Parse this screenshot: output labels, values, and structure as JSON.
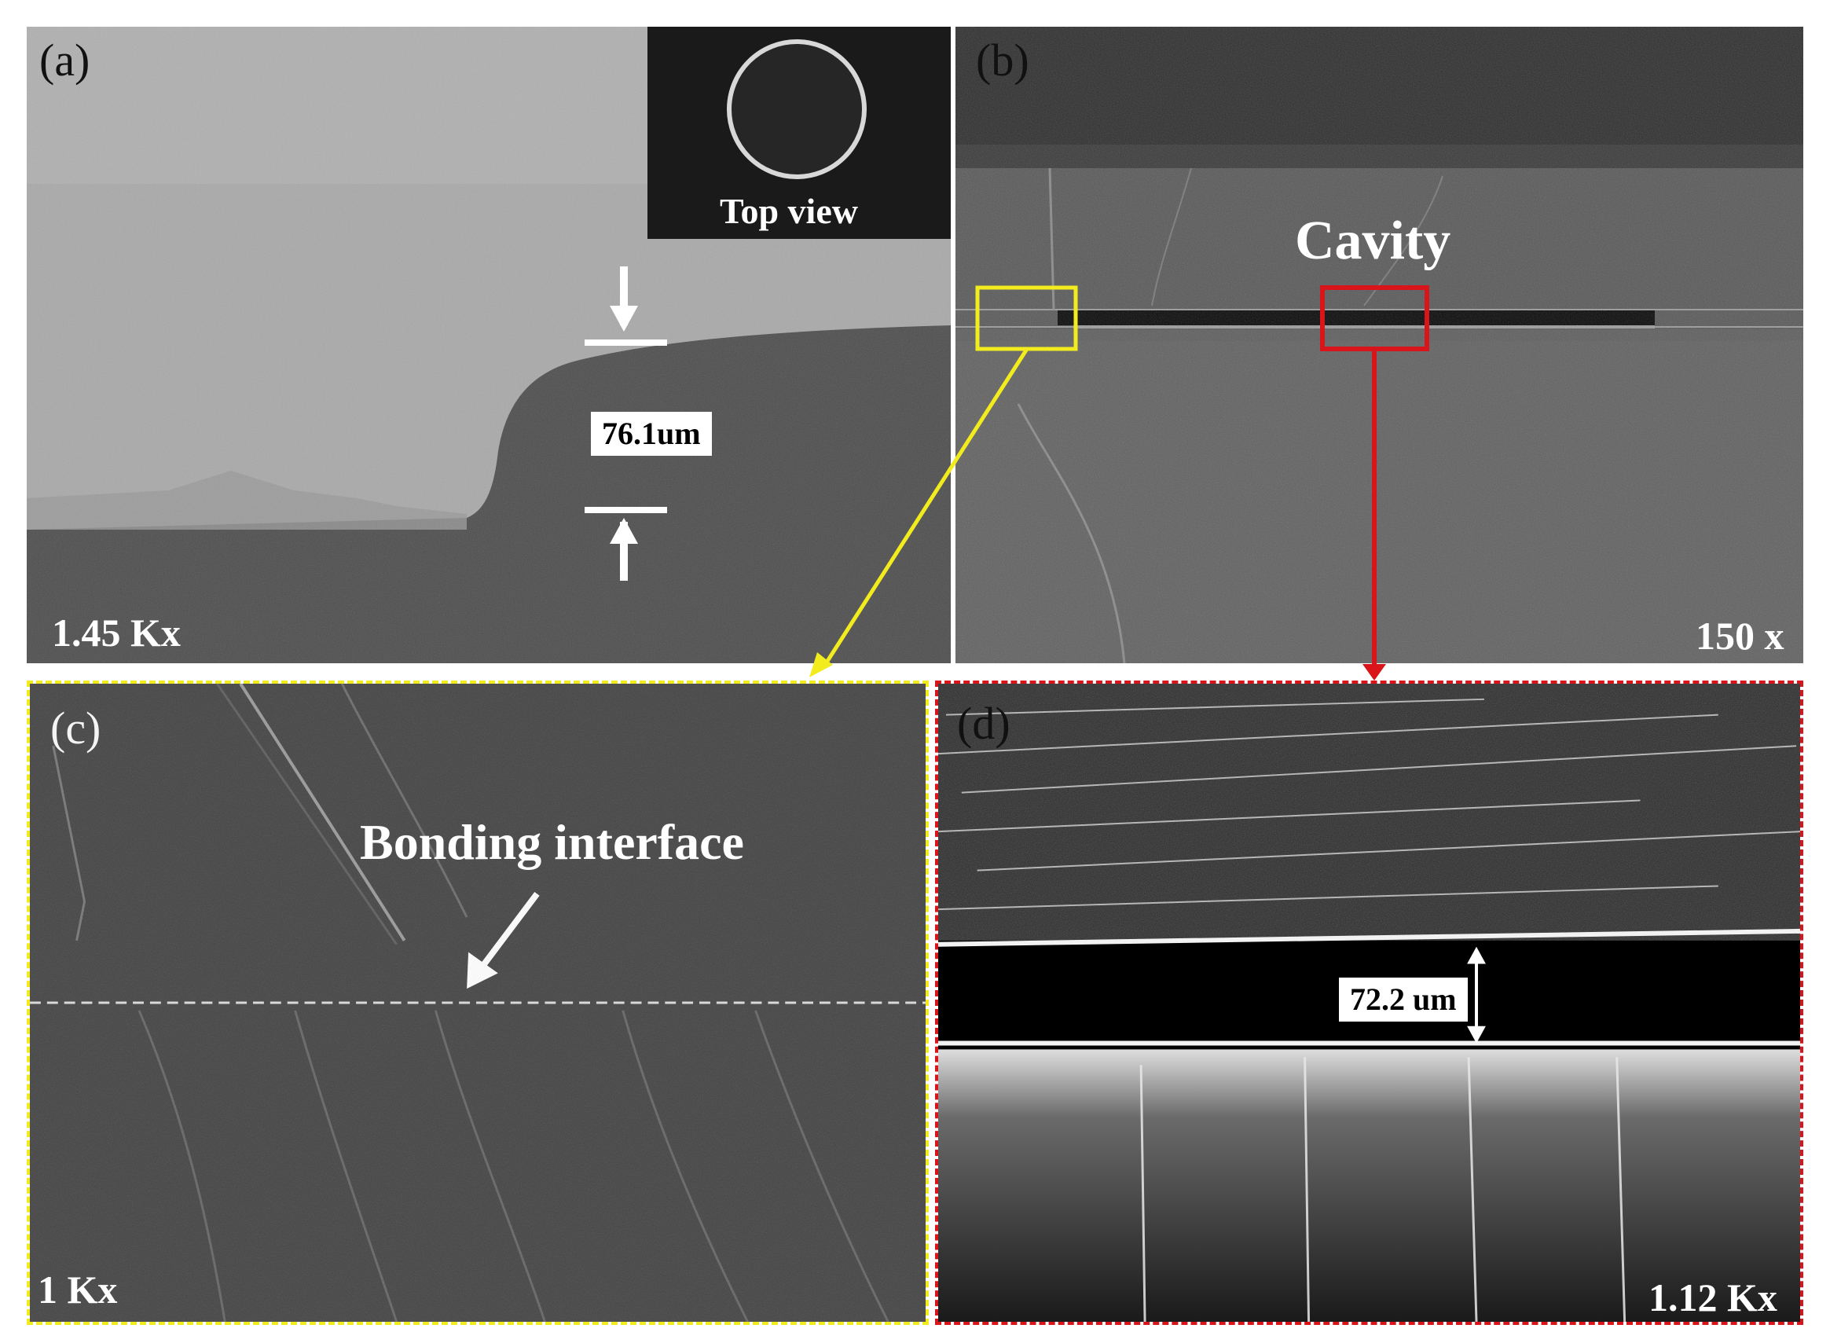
{
  "panels": {
    "a": {
      "label": "(a)",
      "magnification": "1.45 Kx",
      "inset_label": "Top view",
      "measurement": "76.1um"
    },
    "b": {
      "label": "(b)",
      "magnification": "150 x",
      "annotation": "Cavity"
    },
    "c": {
      "label": "(c)",
      "magnification": "1 Kx",
      "annotation": "Bonding interface"
    },
    "d": {
      "label": "(d)",
      "magnification": "1.12 Kx",
      "measurement": "72.2 um"
    }
  },
  "colors": {
    "highlight_yellow": "#f2ec1e",
    "highlight_red": "#d9151b"
  }
}
